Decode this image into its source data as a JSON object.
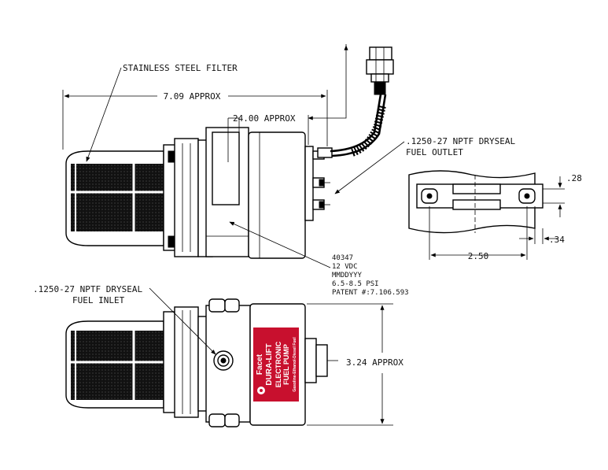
{
  "labels": {
    "filter": "STAINLESS STEEL FILTER",
    "length": "7.09 APPROX",
    "lead": "24.00 APPROX",
    "outlet_1": ".1250-27 NPTF DRYSEAL",
    "outlet_2": "FUEL OUTLET",
    "inlet_1": ".1250-27 NPTF DRYSEAL",
    "inlet_2": "FUEL INLET",
    "height": "3.24 APPROX",
    "dim_28": ".28",
    "dim_34": ".34",
    "dim_250": "2.50"
  },
  "spec_lines": [
    "40347",
    "12 VDC",
    "MMDDYYY",
    "6.5-8.5 PSI",
    "PATENT #:7.106.593"
  ],
  "pump_label": {
    "brand": "Facet",
    "line1": "DURA-LIFT",
    "line2": "ELECTRONIC",
    "line3": "FUEL PUMP",
    "line4": "Gasoline-Ethanol-Diesel Fuel",
    "colors": {
      "panel": "#c8102e",
      "ink": "#ffffff"
    }
  },
  "icons": [
    "facet-logo-icon"
  ]
}
